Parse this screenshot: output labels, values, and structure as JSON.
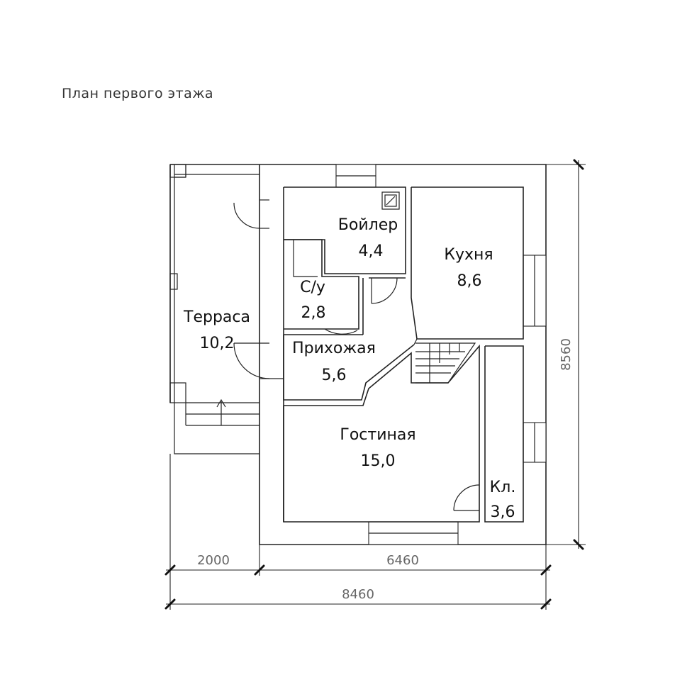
{
  "title": "План первого этажа",
  "rooms": [
    {
      "key": "terrace",
      "name": "Терраса",
      "area": "10,2"
    },
    {
      "key": "boiler",
      "name": "Бойлер",
      "area": "4,4"
    },
    {
      "key": "kitchen",
      "name": "Кухня",
      "area": "8,6"
    },
    {
      "key": "wc",
      "name": "С/у",
      "area": "2,8"
    },
    {
      "key": "hall",
      "name": "Прихожая",
      "area": "5,6"
    },
    {
      "key": "living",
      "name": "Гостиная",
      "area": "15,0"
    },
    {
      "key": "closet",
      "name": "Кл.",
      "area": "3,6"
    }
  ],
  "dimensions": {
    "terrace_width": "2000",
    "house_width": "6460",
    "total_width": "8460",
    "total_depth": "8560"
  }
}
